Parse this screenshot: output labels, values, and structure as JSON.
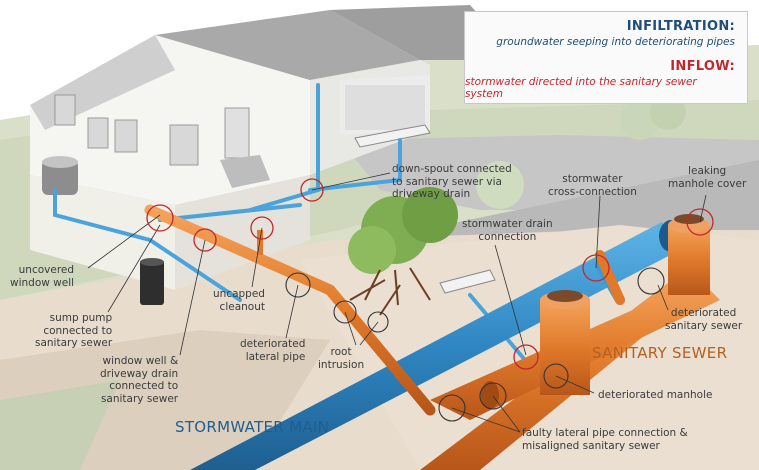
{
  "legend": {
    "infiltration_title": "INFILTRATION:",
    "infiltration_desc": "groundwater seeping into deteriorating pipes",
    "inflow_title": "INFLOW:",
    "inflow_desc": "stormwater directed into the sanitary sewer system"
  },
  "labels": {
    "uncovered_window_well": [
      "uncovered",
      "window well"
    ],
    "sump_pump": [
      "sump pump",
      "connected to",
      "sanitary sewer"
    ],
    "window_well_drain": [
      "window well &",
      "driveway drain",
      "connected to",
      "sanitary sewer"
    ],
    "uncapped_cleanout": [
      "uncapped",
      "cleanout"
    ],
    "deteriorated_lateral": [
      "deteriorated",
      "lateral pipe"
    ],
    "root_intrusion": [
      "root",
      "intrusion"
    ],
    "downspout": [
      "down-spout connected",
      "to sanitary sewer via",
      "driveway drain"
    ],
    "stormwater_drain_connection": [
      "stormwater drain",
      "connection"
    ],
    "stormwater_cross": [
      "stormwater",
      "cross-connection"
    ],
    "leaking_manhole": [
      "leaking",
      "manhole cover"
    ],
    "deteriorated_sanitary": [
      "deteriorated",
      "sanitary sewer"
    ],
    "deteriorated_manhole": "deteriorated manhole",
    "faulty_lateral": [
      "faulty lateral pipe connection &",
      "misaligned sanitary sewer"
    ]
  },
  "pipe_labels": {
    "sanitary_sewer": "SANITARY SEWER",
    "stormwater_main": "STORMWATER MAIN"
  },
  "colors": {
    "infiltration": "#1f4e79",
    "inflow": "#c0282d",
    "sanitary_pipe": "#e8802e",
    "storm_pipe": "#3a9ad6",
    "ground": "#e6d9c9",
    "callout_circle": "#c0282d"
  }
}
